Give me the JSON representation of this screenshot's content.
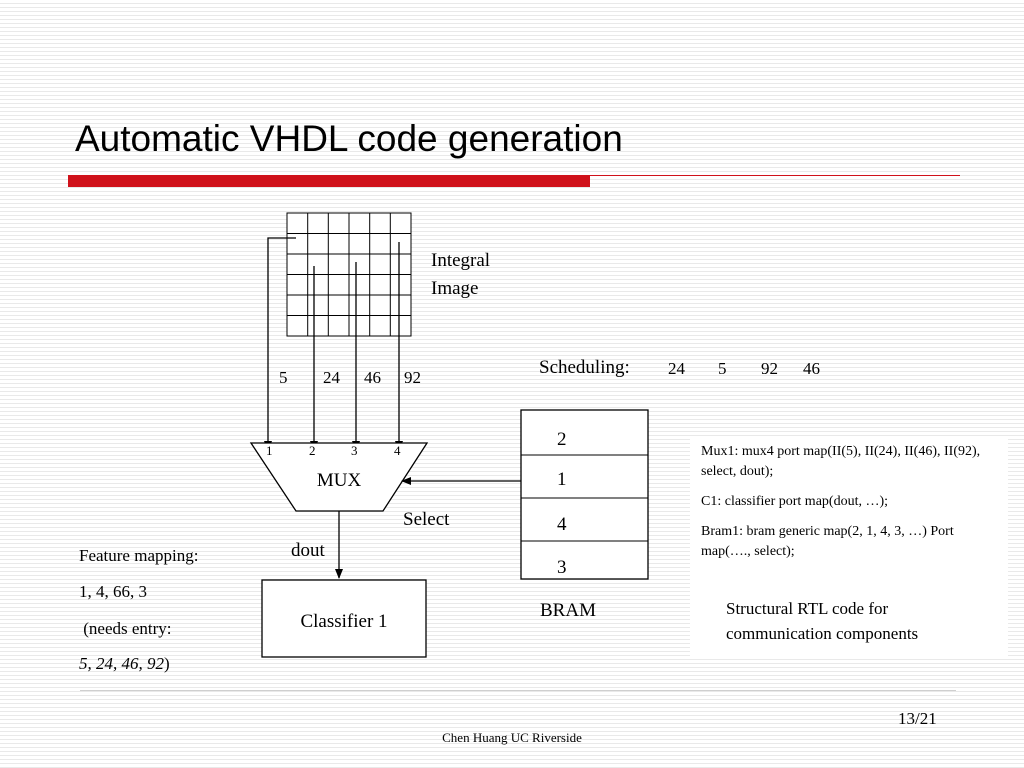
{
  "slide": {
    "title": "Automatic VHDL code generation",
    "page_number": "13/21",
    "footer": "Chen Huang  UC Riverside"
  },
  "diagram": {
    "integral_image_label_line1": "Integral",
    "integral_image_label_line2": "Image",
    "feature_index_labels": [
      "5",
      "24",
      "46",
      "92"
    ],
    "mux_port_labels": [
      "1",
      "2",
      "3",
      "4"
    ],
    "mux_label": "MUX",
    "select_label": "Select",
    "dout_label": "dout",
    "classifier_label": "Classifier 1",
    "scheduling_label": "Scheduling:",
    "scheduling_values": [
      "24",
      "5",
      "92",
      "46"
    ],
    "bram_values": [
      "2",
      "1",
      "4",
      "3"
    ],
    "bram_label": "BRAM",
    "colors": {
      "accent_red": "#d0121b",
      "stroke": "#000000"
    }
  },
  "code": {
    "line1": "Mux1: mux4 port map(II(5), II(24), II(46), II(92), select, dout);",
    "line2": "C1: classifier port map(dout, …);",
    "line3": "Bram1: bram generic map(2, 1, 4, 3, …) Port map(…., select);",
    "caption": "Structural RTL code for communication components"
  },
  "feature_mapping": {
    "title": "Feature mapping:",
    "values": "1, 4, 66, 3",
    "needs_entry": " (needs entry:",
    "entry_values": "5, 24, 46, 92",
    "entry_close": ")"
  }
}
